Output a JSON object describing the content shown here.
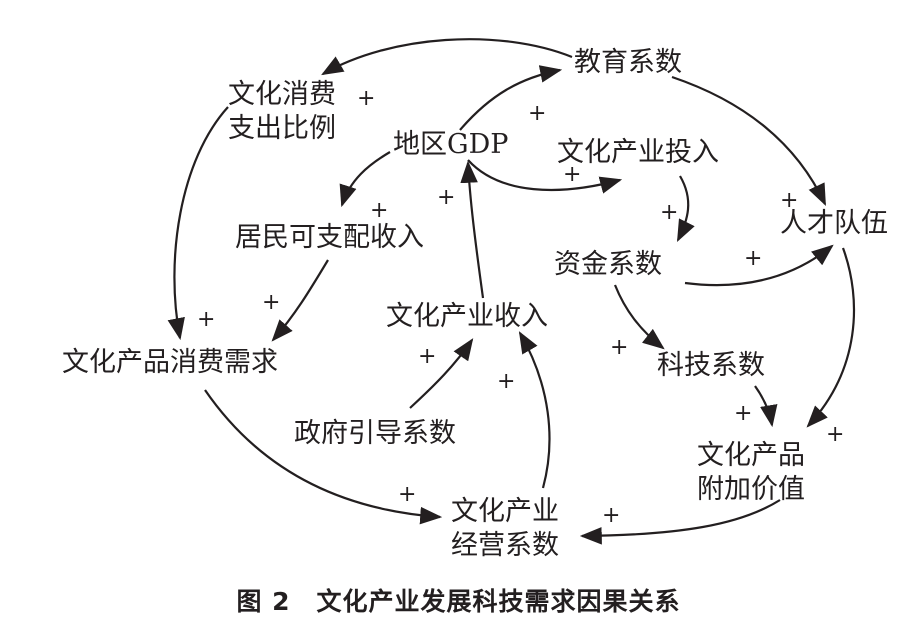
{
  "figure": {
    "number": "图 2",
    "title": "文化产业发展科技需求因果关系"
  },
  "nodes": {
    "jiaoyu": "教育系数",
    "xiaofei_bili_1": "文化消费",
    "xiaofei_bili_2": "支出比例",
    "gdp": "地区GDP",
    "touru": "文化产业投入",
    "rencai": "人才队伍",
    "shouru_jumin": "居民可支配收入",
    "zijin": "资金系数",
    "chanye_shouru": "文化产业收入",
    "xuqiu": "文化产品消费需求",
    "keji": "科技系数",
    "zhengfu": "政府引导系数",
    "fujia_1": "文化产品",
    "fujia_2": "附加价值",
    "jingying_1": "文化产业",
    "jingying_2": "经营系数"
  },
  "polarity": "+",
  "colors": {
    "ink": "#231f20",
    "background": "#ffffff"
  }
}
